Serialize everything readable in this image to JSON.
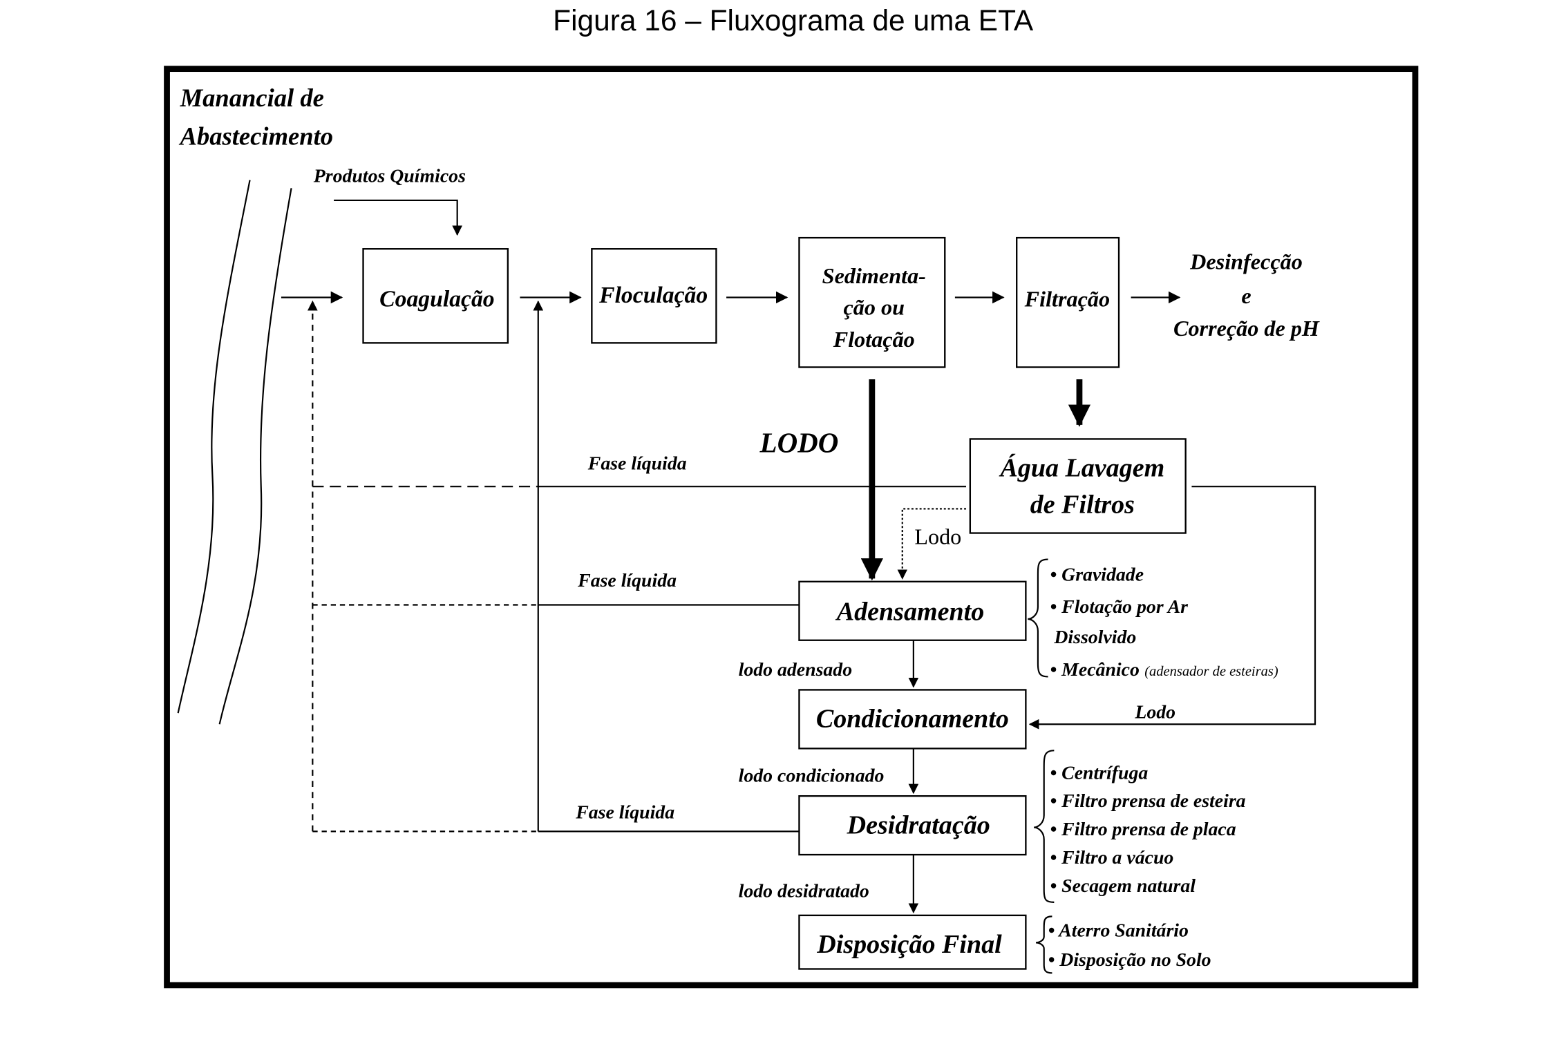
{
  "title": "Figura 16 – Fluxograma de uma ETA",
  "source": {
    "line1": "Manancial de",
    "line2": "Abastecimento"
  },
  "chemicals_label": "Produtos Químicos",
  "main_flow": {
    "coagulacao": "Coagulação",
    "floculacao": "Floculação",
    "sedimentacao": [
      "Sedimenta-",
      "ção ou",
      "Flotação"
    ],
    "filtracao": "Filtração",
    "desinfeccao": [
      "Desinfecção",
      "e",
      "Correção de pH"
    ]
  },
  "sludge_label": "LODO",
  "wash_water": [
    "Água Lavagem",
    "de Filtros"
  ],
  "labels": {
    "fase_liquida_1": "Fase líquida",
    "fase_liquida_2": "Fase líquida",
    "fase_liquida_3": "Fase líquida",
    "lodo_dotted": "Lodo",
    "lodo_right": "Lodo",
    "lodo_adensado": "lodo adensado",
    "lodo_condicionado": "lodo condicionado",
    "lodo_desidratado": "lodo desidratado"
  },
  "sludge_flow": {
    "adensamento": "Adensamento",
    "condicionamento": "Condicionamento",
    "desidratacao": "Desidratação",
    "disposicao": "Disposição Final"
  },
  "adensamento_options": {
    "gravidade": "• Gravidade",
    "flotacao_1": "• Flotação por Ar",
    "flotacao_2": "Dissolvido",
    "mecanico": "• Mecânico",
    "mecanico_note": "(adensador de esteiras)"
  },
  "desidratacao_options": [
    "• Centrífuga",
    "• Filtro prensa de esteira",
    "• Filtro prensa de placa",
    "• Filtro a vácuo",
    "• Secagem natural"
  ],
  "disposicao_options": [
    "• Aterro Sanitário",
    "• Disposição no Solo"
  ]
}
